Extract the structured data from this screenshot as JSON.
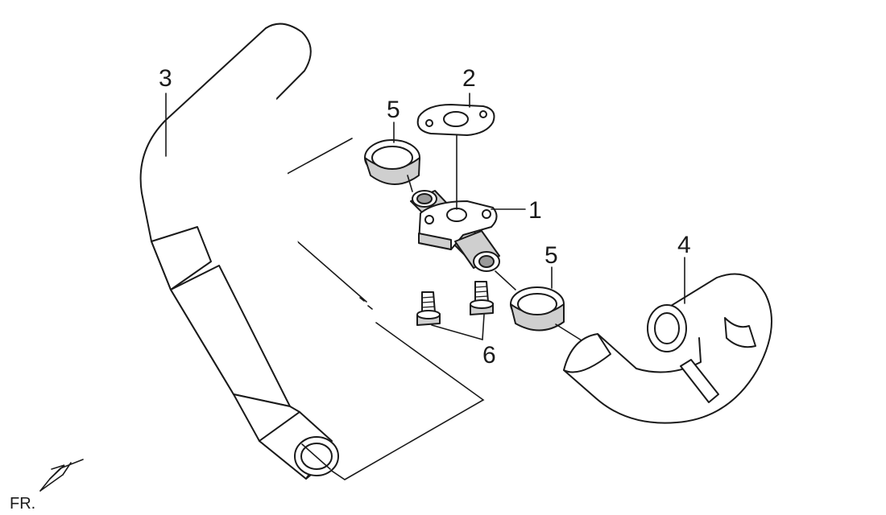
{
  "callouts": {
    "c1": "1",
    "c2": "2",
    "c3": "3",
    "c4": "4",
    "c5a": "5",
    "c5b": "5",
    "c6": "6"
  },
  "front_indicator": {
    "label": "FR."
  }
}
